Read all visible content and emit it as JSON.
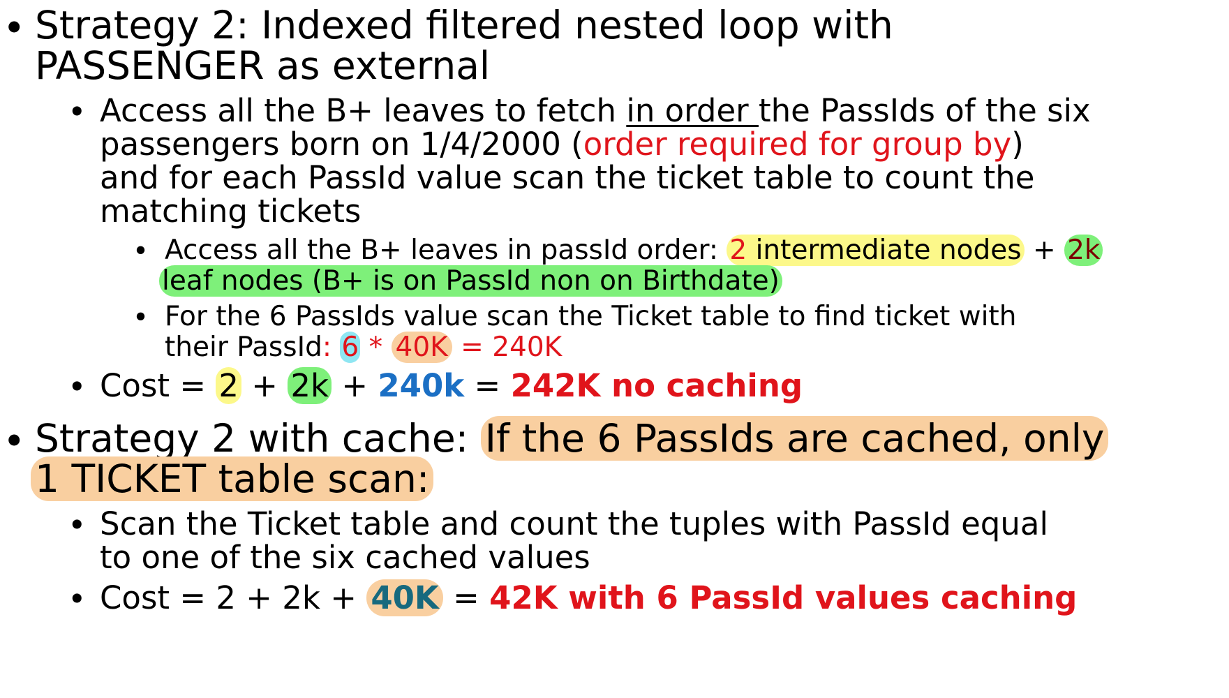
{
  "bullet_char": "•",
  "s1": {
    "line1": "Strategy 2: Indexed filtered nested loop with",
    "line2": "PASSENGER as external",
    "sub1": {
      "l1_a": "Access all the B+ leaves to fetch ",
      "l1_u": "in order ",
      "l1_b": "the PassIds of the six",
      "l2_a": "passengers born on 1/4/2000 (",
      "l2_red": "order required for group by",
      "l2_b": ")",
      "l3": "and for each PassId value scan the ticket table to count the",
      "l4": "matching tickets",
      "sub1a": {
        "l1_a": "Access all the B+ leaves in passId order: ",
        "l1_num": "2",
        "l1_hl": " intermediate nodes",
        "l1_plus": " + ",
        "l1_2k": "2k",
        "l2": "leaf nodes (B+ is on PassId non on Birthdate)"
      },
      "sub1b": {
        "l1": "For the 6 PassIds value scan the Ticket table to find ticket with",
        "l2_a": "their PassId",
        "l2_colon": ": ",
        "l2_6": "6",
        "l2_star": " * ",
        "l2_40k": "40K",
        "l2_eq": " = 240K"
      }
    },
    "cost": {
      "a": "Cost = ",
      "two": "2",
      "plus1": " + ",
      "twok": "2k",
      "plus2": " + ",
      "t240": "240k",
      "eq": " = ",
      "result": "242K no caching"
    }
  },
  "s2": {
    "line1_a": "Strategy 2 with cache: ",
    "line1_hl": "If the 6 PassIds are cached, only",
    "line2_hl": "1 TICKET table scan:",
    "sub1": {
      "l1": "Scan the Ticket table and count the tuples with PassId equal",
      "l2": "to one of the six cached values"
    },
    "cost": {
      "a": "Cost = 2 + 2k + ",
      "t40": "40K",
      "eq": " = ",
      "result": "42K with 6 PassId values caching"
    }
  },
  "colors": {
    "red": "#e0141b",
    "blue": "#1b6fc4",
    "teal": "#17697e",
    "yellow_highlight": "#fcf88a",
    "green_highlight": "#7ef07a",
    "orange_highlight": "#f9cfa0",
    "cyan_highlight": "#8fe6f2"
  }
}
